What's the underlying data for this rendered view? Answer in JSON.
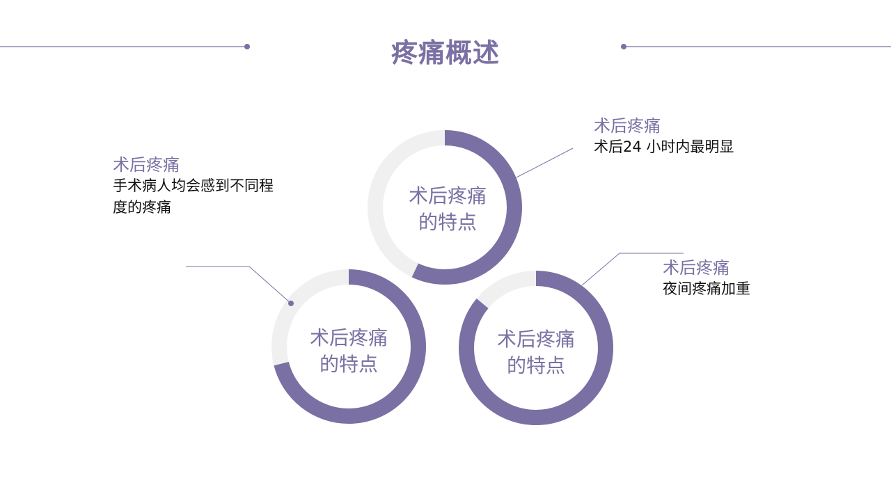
{
  "title": "疼痛概述",
  "colors": {
    "accent": "#7b70a3",
    "track": "#f0f0f0",
    "line": "#7b70a3"
  },
  "rings": [
    {
      "id": "top",
      "label_line1": "术后疼痛",
      "label_line2": "的特点",
      "fill_fraction": 0.57
    },
    {
      "id": "left",
      "label_line1": "术后疼痛",
      "label_line2": "的特点",
      "fill_fraction": 0.71
    },
    {
      "id": "right",
      "label_line1": "术后疼痛",
      "label_line2": "的特点",
      "fill_fraction": 0.86
    }
  ],
  "callouts": {
    "left": {
      "title": "术后疼痛",
      "desc_line1": "手术病人均会感到不同程",
      "desc_line2": "度的疼痛"
    },
    "top": {
      "title": "术后疼痛",
      "desc": "术后24 小时内最明显"
    },
    "right": {
      "title": "术后疼痛",
      "desc": "夜间疼痛加重"
    }
  }
}
